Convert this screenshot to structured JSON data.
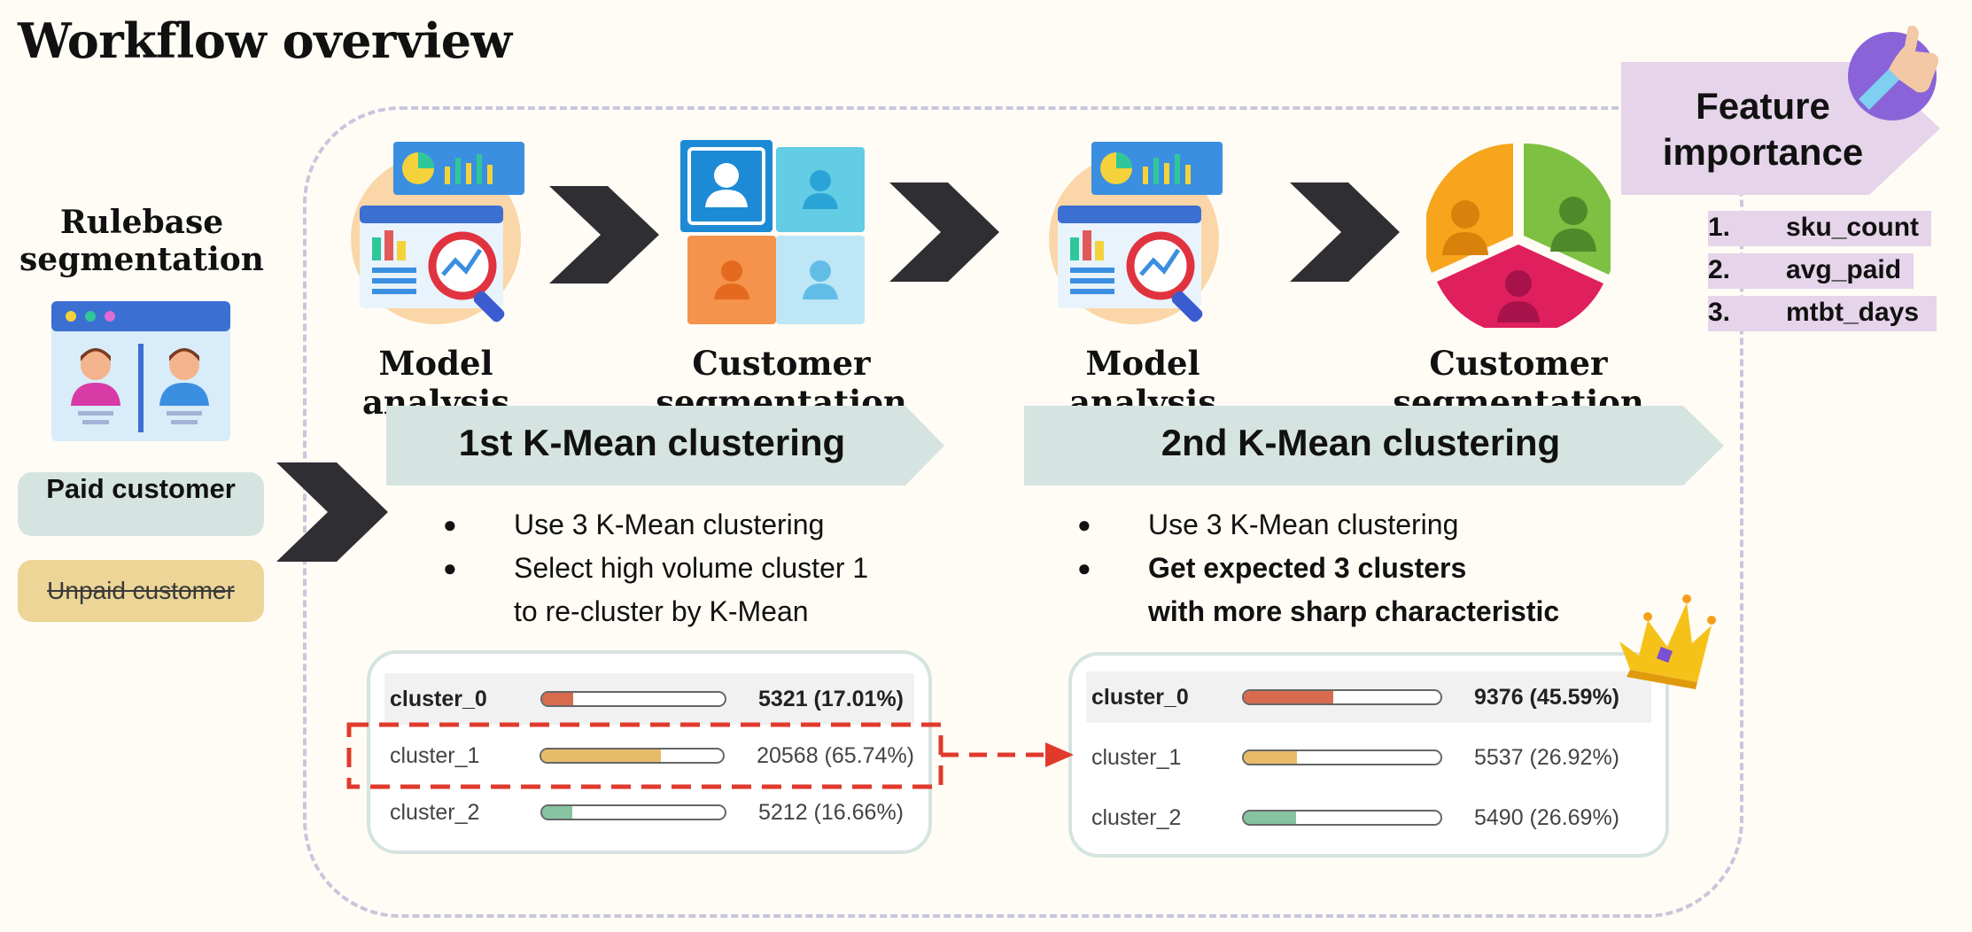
{
  "title": "Workflow overview",
  "rulebase": {
    "title": "Rulebase segmentation",
    "paid": "Paid customer",
    "unpaid": "Unpaid customer"
  },
  "steps": [
    "Model analysis",
    "Customer segmentation",
    "Model analysis",
    "Customer segmentation"
  ],
  "stage1": {
    "banner": "1st K-Mean clustering",
    "bullets": [
      "Use 3 K-Mean clustering",
      "Select high volume cluster 1",
      "to re-cluster by K-Mean"
    ],
    "clusters": [
      {
        "name": "cluster_0",
        "count": "5321 (17.01%)",
        "fraction": 0.1701,
        "color": "#d86a4e"
      },
      {
        "name": "cluster_1",
        "count": "20568 (65.74%)",
        "fraction": 0.6574,
        "color": "#e8bb6b"
      },
      {
        "name": "cluster_2",
        "count": "5212 (16.66%)",
        "fraction": 0.1666,
        "color": "#86c3a1"
      }
    ]
  },
  "stage2": {
    "banner": "2nd K-Mean clustering",
    "bullets": [
      "Use 3 K-Mean clustering",
      "Get expected 3 clusters",
      "with more sharp characteristic"
    ],
    "clusters": [
      {
        "name": "cluster_0",
        "count": "9376 (45.59%)",
        "fraction": 0.4559,
        "color": "#d86a4e"
      },
      {
        "name": "cluster_1",
        "count": "5537 (26.92%)",
        "fraction": 0.2692,
        "color": "#e8bb6b"
      },
      {
        "name": "cluster_2",
        "count": "5490 (26.69%)",
        "fraction": 0.2669,
        "color": "#86c3a1"
      }
    ]
  },
  "feature_importance": {
    "title": "Feature importance",
    "items": [
      {
        "rank": "1.",
        "name": "sku_count"
      },
      {
        "rank": "2.",
        "name": "avg_paid"
      },
      {
        "rank": "3.",
        "name": "mtbt_days"
      }
    ]
  },
  "colors": {
    "banner": "#d5e4e0",
    "chevron": "#2f2e33",
    "highlight_dash": "#e03a2c",
    "feature_tag": "#e6d4ea"
  },
  "icons": [
    "analytics-dashboard-icon",
    "team-grid-icon",
    "pie-segments-icon",
    "user-profiles-icon",
    "thumbs-up-icon",
    "crown-icon"
  ]
}
